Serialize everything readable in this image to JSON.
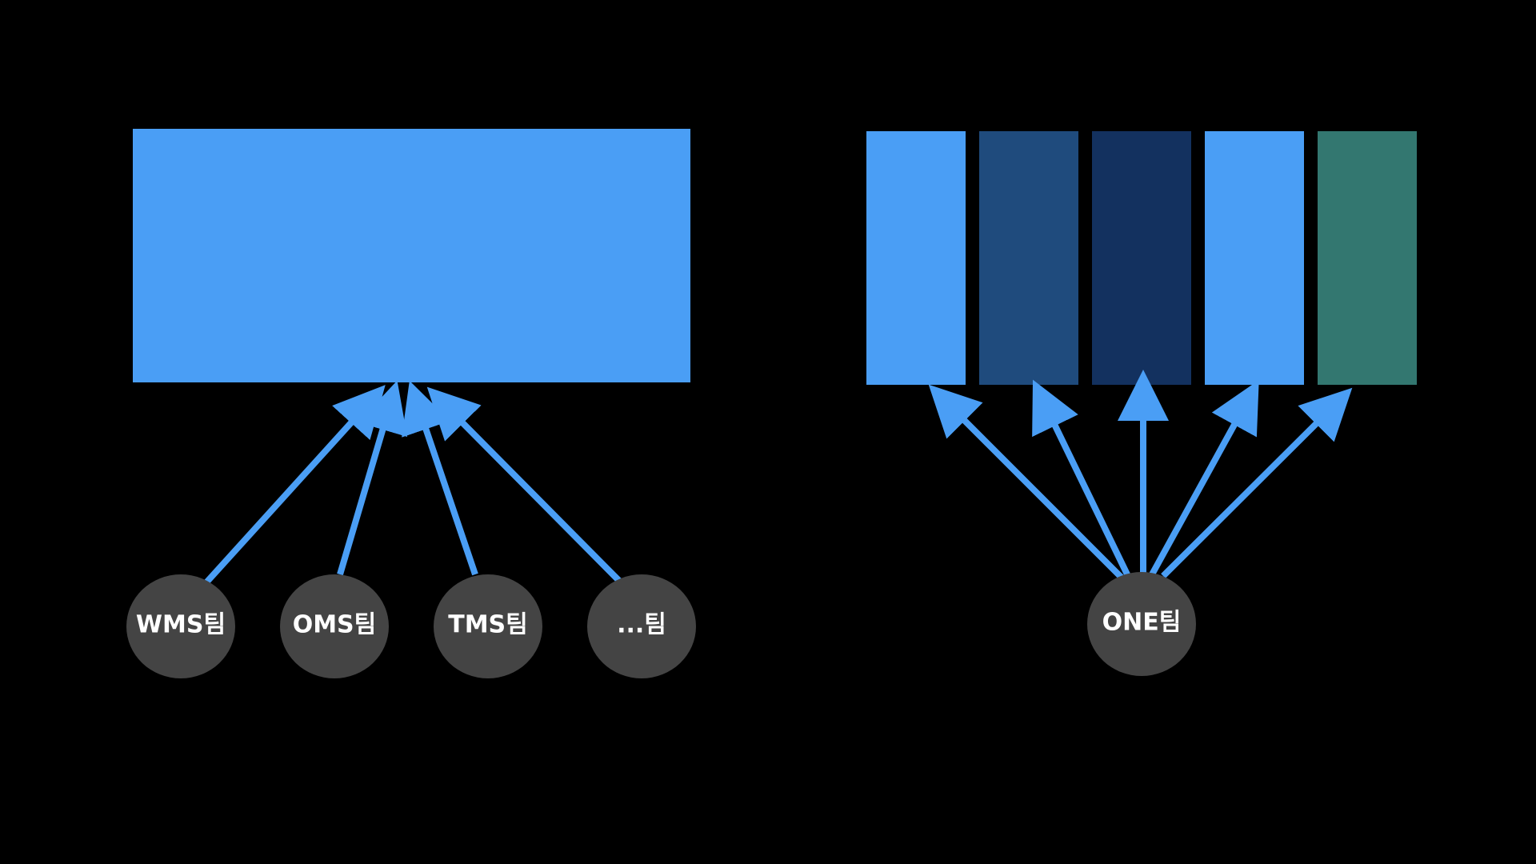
{
  "colors": {
    "background": "#000000",
    "arrow": "#4A9EF5",
    "node_fill": "#444444",
    "node_text": "#ffffff"
  },
  "left_diagram": {
    "block_color": "#4A9EF5",
    "teams": [
      {
        "label": "WMS팀"
      },
      {
        "label": "OMS팀"
      },
      {
        "label": "TMS팀"
      },
      {
        "label": "...팀"
      }
    ]
  },
  "right_diagram": {
    "team": {
      "label": "ONE팀"
    },
    "blocks": [
      {
        "color": "#4A9EF5"
      },
      {
        "color": "#1F4B7D"
      },
      {
        "color": "#13315F"
      },
      {
        "color": "#4A9EF5"
      },
      {
        "color": "#337770"
      }
    ]
  }
}
